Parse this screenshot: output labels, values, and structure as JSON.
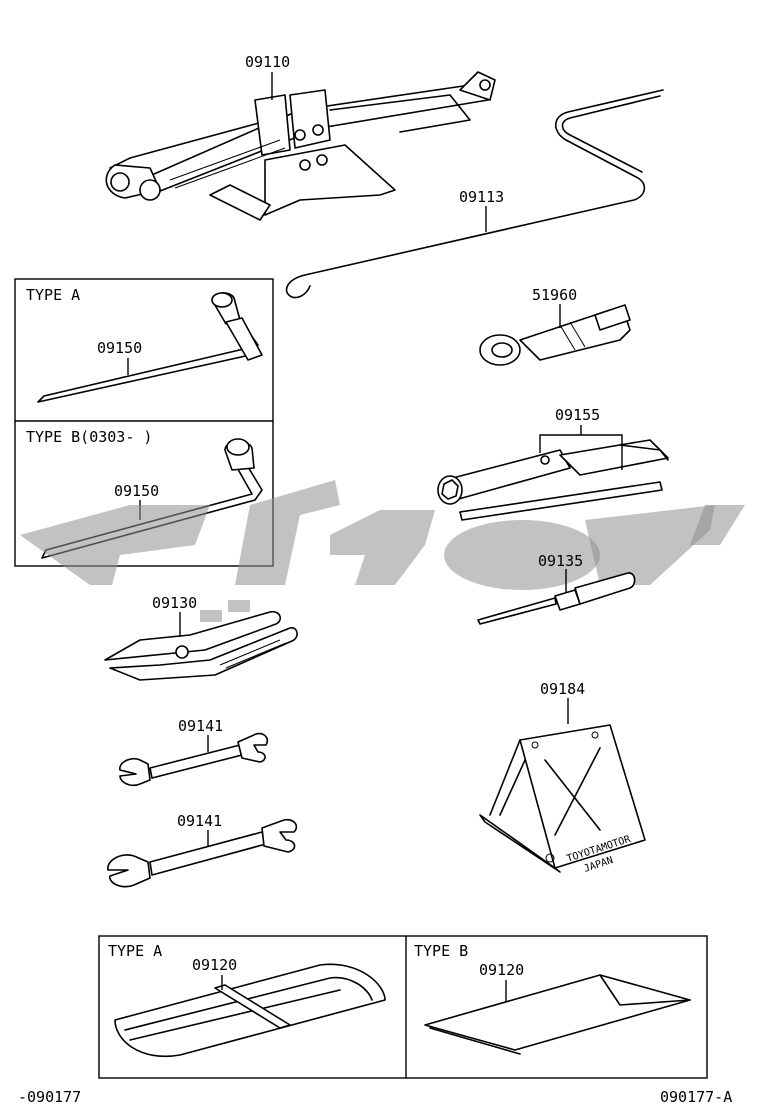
{
  "parts": {
    "jack": "09110",
    "jack_handle": "09113",
    "lug_wrench_a": "09150",
    "lug_wrench_b": "09150",
    "eye_bolt": "51960",
    "wheel_brace": "09155",
    "screwdriver": "09135",
    "pliers": "09130",
    "wrench_1": "09141",
    "wrench_2": "09141",
    "chock": "09184",
    "bag_a": "09120",
    "bag_b": "09120"
  },
  "type_labels": {
    "type_a": "TYPE A",
    "type_b_dated": "TYPE B(0303-      )",
    "bag_type_a": "TYPE A",
    "bag_type_b": "TYPE B"
  },
  "chock_text": {
    "line1": "TOYOTAMOTOR",
    "line2": "JAPAN"
  },
  "footer": {
    "left_code": "-090177",
    "right_code": "090177-A"
  }
}
